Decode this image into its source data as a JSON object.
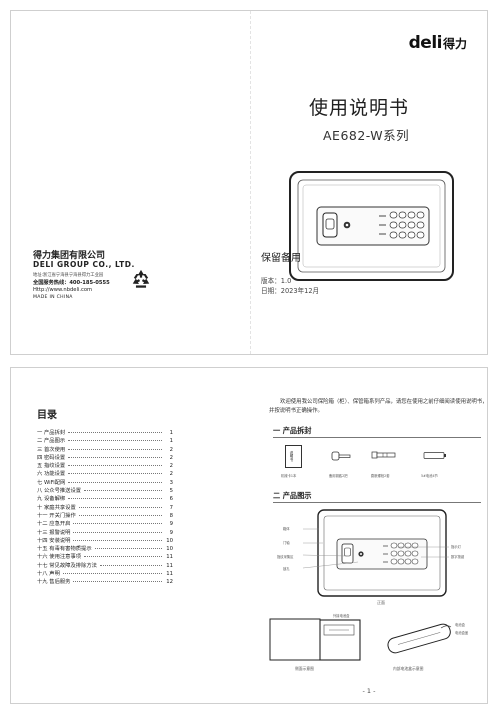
{
  "cover": {
    "brand_logo": "deli",
    "brand_cn": "得力",
    "title": "使用说明书",
    "model": "AE682-W系列",
    "company": {
      "name": "得力集团有限公司",
      "name_en": "DELI GROUP CO., LTD.",
      "address": "地址:浙江省宁海县宁海县得力工业园",
      "service_tel": "全国服务热线：400-185-0555",
      "website": "Http://www.nbdeli.com",
      "made_in": "MADE IN CHINA"
    },
    "keep": "保留备用",
    "version": "版本：1.0",
    "date": "日期：2023年12月"
  },
  "toc": {
    "title": "目录",
    "items": [
      {
        "label": "一  产品拆封",
        "page": "1"
      },
      {
        "label": "二  产品图示",
        "page": "1"
      },
      {
        "label": "三  首次使用",
        "page": "2"
      },
      {
        "label": "四  密码设置",
        "page": "2"
      },
      {
        "label": "五  指纹设置",
        "page": "2"
      },
      {
        "label": "六  功能设置",
        "page": "2"
      },
      {
        "label": "七  WiFi配网",
        "page": "3"
      },
      {
        "label": "八  公众号推送设置",
        "page": "5"
      },
      {
        "label": "九  设备解绑",
        "page": "6"
      },
      {
        "label": "十  家庭共享设置",
        "page": "7"
      },
      {
        "label": "十一  开关门操作",
        "page": "8"
      },
      {
        "label": "十二  应急开启",
        "page": "9"
      },
      {
        "label": "十三  报警说明",
        "page": "9"
      },
      {
        "label": "十四  安装说明",
        "page": "10"
      },
      {
        "label": "十五  有毒有害物质提示",
        "page": "10"
      },
      {
        "label": "十六  使用注意事项",
        "page": "11"
      },
      {
        "label": "十七  常见故障及排除方法",
        "page": "11"
      },
      {
        "label": "十八  声明",
        "page": "11"
      },
      {
        "label": "十九  售后服务",
        "page": "12"
      }
    ]
  },
  "intro": "欢迎使用我公司保险箱（柜）、保管箱系列产品，请您在使用之前仔细阅读使用说明书，并按说明书正确操作。",
  "section1": {
    "title": "一  产品拆封",
    "items": [
      "说明书",
      "机械卡1本",
      "备用钥匙2把",
      "膨胀螺栓2套",
      "5#电池4节"
    ]
  },
  "section2": {
    "title": "二  产品图示",
    "callouts_left": [
      "箱体",
      "门轴",
      "指纹采集区",
      "锁孔"
    ],
    "callouts_right": [
      "指示灯",
      "数字按键"
    ],
    "front_caption": "正面",
    "battery_label": "外接电池盒",
    "side_caption": "侧面示意图",
    "battery_callouts": [
      "电池盒",
      "电池盒盖"
    ],
    "battery_caption": "内部电池盒示意图"
  },
  "page_number": "- 1 -"
}
